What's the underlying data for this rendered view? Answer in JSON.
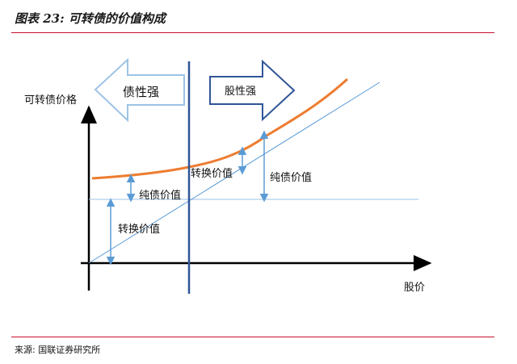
{
  "header": {
    "title": "图表 23:  可转债的价值构成"
  },
  "footer": {
    "source": "来源: 国联证券研究所"
  },
  "diagram": {
    "y_axis_label": "可转债价格",
    "x_axis_label": "股价",
    "left_arrow_label": "债性强",
    "right_arrow_label": "股性强",
    "conversion_value_left": "转换价值",
    "pure_bond_value_left": "纯债价值",
    "conversion_value_right": "转换价值",
    "pure_bond_value_right": "纯债价值",
    "colors": {
      "curve": "#ED7D31",
      "line": "#5B9BD5",
      "divider": "#2F5597",
      "axis": "#000000"
    }
  }
}
